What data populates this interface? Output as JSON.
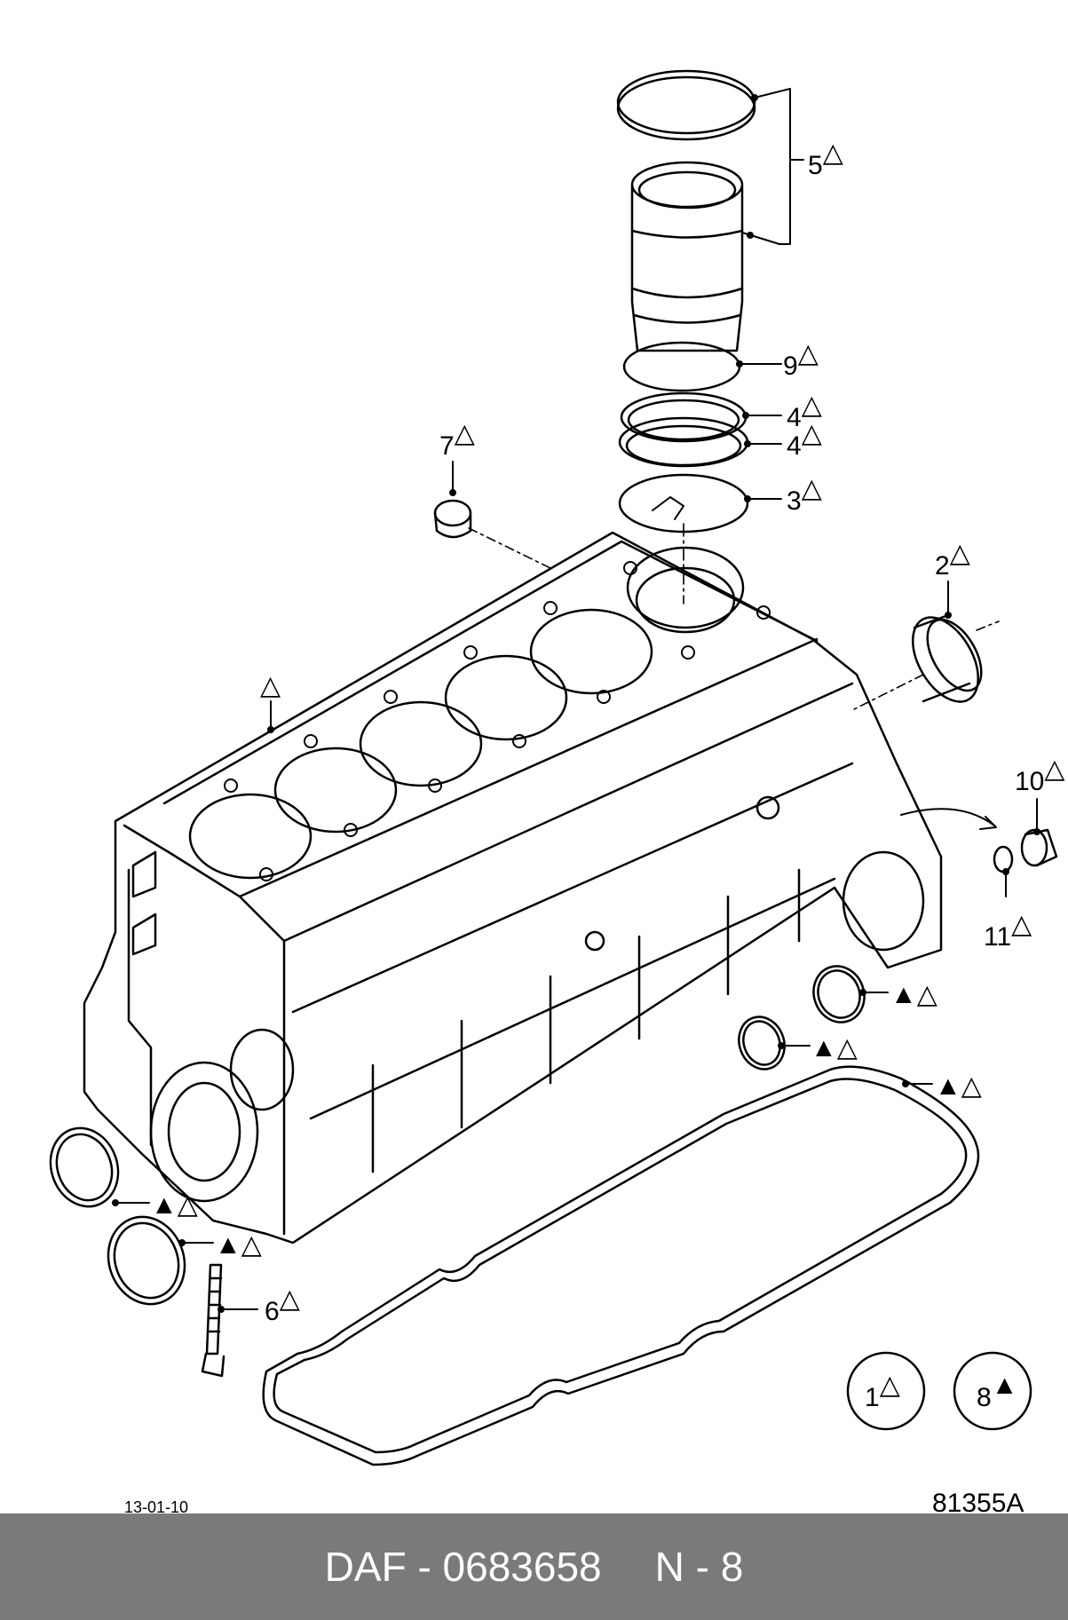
{
  "callouts": [
    {
      "id": "c5",
      "number": "5",
      "marker": "△"
    },
    {
      "id": "c9",
      "number": "9",
      "marker": "△"
    },
    {
      "id": "c4a",
      "number": "4",
      "marker": "△"
    },
    {
      "id": "c4b",
      "number": "4",
      "marker": "△"
    },
    {
      "id": "c3",
      "number": "3",
      "marker": "△"
    },
    {
      "id": "c7",
      "number": "7",
      "marker": "△"
    },
    {
      "id": "c2",
      "number": "2",
      "marker": "△"
    },
    {
      "id": "c10",
      "number": "10",
      "marker": "△"
    },
    {
      "id": "c11",
      "number": "11",
      "marker": "△"
    },
    {
      "id": "c6",
      "number": "6",
      "marker": "△"
    },
    {
      "id": "cblock",
      "number": "",
      "marker": "△"
    }
  ],
  "combo_marker": "▲△",
  "legend": [
    {
      "number": "1",
      "marker": "△"
    },
    {
      "number": "8",
      "marker": "▲"
    }
  ],
  "date_code": "13-01-10",
  "drawing_code": "81355A",
  "footer": {
    "brand_part": "DAF - 0683658",
    "page_ref": "N - 8"
  }
}
